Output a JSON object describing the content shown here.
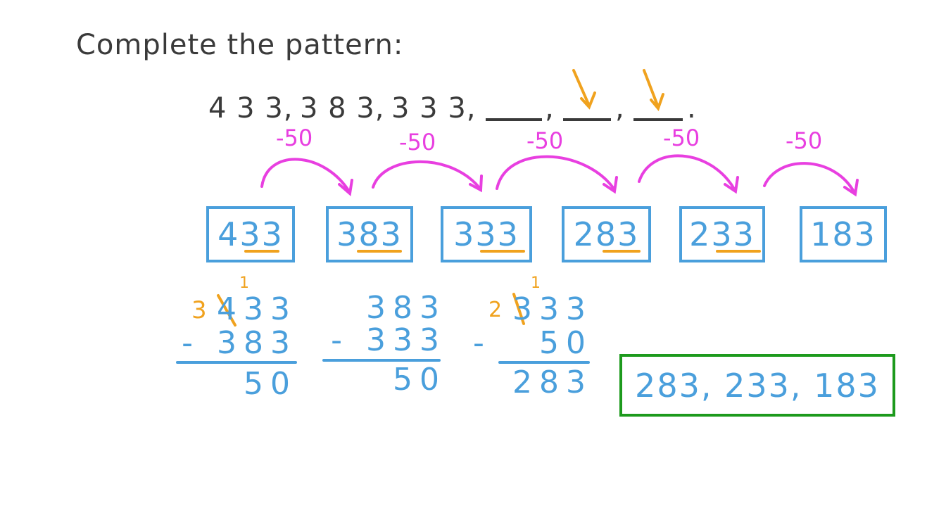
{
  "title": "Complete the pattern:",
  "sequence": {
    "terms": [
      "4 3 3,",
      "3 8 3,",
      "3 3 3,"
    ],
    "separators": [
      ",",
      ",",
      "."
    ]
  },
  "step_label": "-50",
  "steps": [
    "-50",
    "-50",
    "-50",
    "-50",
    "-50"
  ],
  "boxes": [
    "433",
    "383",
    "333",
    "283",
    "233",
    "183"
  ],
  "subtractions": [
    {
      "borrow": "3",
      "borrow_one": "1",
      "top": "433",
      "minus": "- 383",
      "result": "50"
    },
    {
      "top": "383",
      "minus": "- 333",
      "result": "50"
    },
    {
      "borrow": "2",
      "borrow_one": "1",
      "top": "333",
      "minus_sign": "-",
      "minus": "50",
      "result": "283"
    }
  ],
  "answer": "283, 233, 183",
  "colors": {
    "text": "#3a3a3a",
    "blue": "#4a9fdc",
    "orange": "#f0a21e",
    "magenta": "#e83fe0",
    "green": "#1d9a1d"
  }
}
